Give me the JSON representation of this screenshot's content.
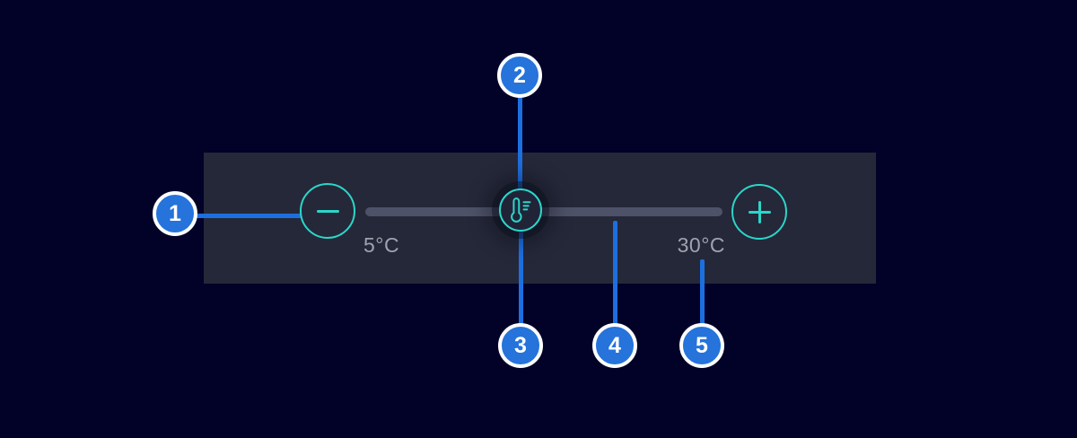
{
  "colors": {
    "background": "#020127",
    "panel": "#252839",
    "accent_teal": "#2BD6CA",
    "track_gray": "#4E5268",
    "label_text": "#A0A3AE",
    "callout_fill": "#2573DB",
    "callout_line": "#1D6FE0",
    "callout_ring": "#FFFFFF"
  },
  "slider": {
    "min_label": "5°C",
    "max_label": "30°C",
    "decrease_icon": "minus-icon",
    "increase_icon": "plus-icon",
    "handle_icon": "thermometer-icon"
  },
  "callouts": [
    {
      "number": "1",
      "target": "decrease-temperature-button"
    },
    {
      "number": "2",
      "target": "temperature-slider-handle"
    },
    {
      "number": "3",
      "target": "temperature-slider-handle"
    },
    {
      "number": "4",
      "target": "temperature-slider-track"
    },
    {
      "number": "5",
      "target": "max-temperature-label"
    }
  ]
}
